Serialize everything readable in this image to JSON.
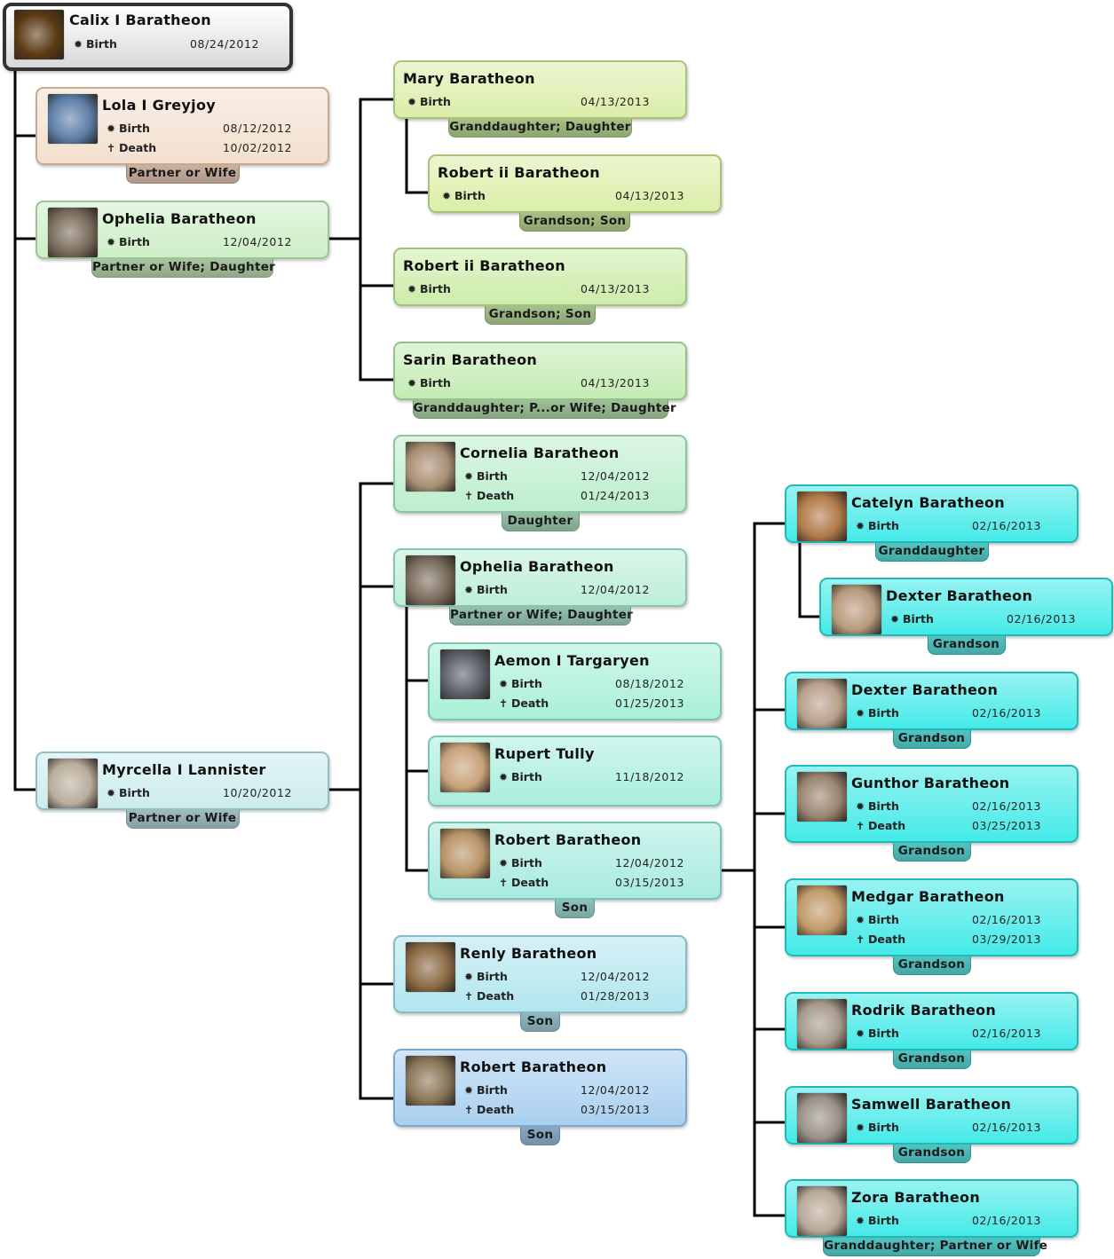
{
  "people": [
    {
      "id": "calix",
      "name": "Calix I Baratheon",
      "events": [
        {
          "icon": "birth-icon",
          "label": "Birth",
          "date": "08/24/2012"
        }
      ],
      "relation": "",
      "photo_color": "#5a3a14"
    },
    {
      "id": "lola",
      "name": "Lola I Greyjoy",
      "events": [
        {
          "icon": "birth-icon",
          "label": "Birth",
          "date": "08/12/2012"
        },
        {
          "icon": "death-icon",
          "label": "Death",
          "date": "10/02/2012"
        }
      ],
      "relation": "Partner or Wife",
      "photo_color": "#5d7fa8"
    },
    {
      "id": "ophelia1",
      "name": "Ophelia Baratheon",
      "events": [
        {
          "icon": "birth-icon",
          "label": "Birth",
          "date": "12/04/2012"
        }
      ],
      "relation": "Partner or Wife; Daughter",
      "photo_color": "#7a6c5c"
    },
    {
      "id": "myrcella",
      "name": "Myrcella I Lannister",
      "events": [
        {
          "icon": "birth-icon",
          "label": "Birth",
          "date": "10/20/2012"
        }
      ],
      "relation": "Partner or Wife",
      "photo_color": "#b9ad9c"
    },
    {
      "id": "mary",
      "name": "Mary Baratheon",
      "events": [
        {
          "icon": "birth-icon",
          "label": "Birth",
          "date": "04/13/2013"
        }
      ],
      "relation": "Granddaughter; Daughter",
      "photo_color": ""
    },
    {
      "id": "robertii1",
      "name": "Robert ii Baratheon",
      "events": [
        {
          "icon": "birth-icon",
          "label": "Birth",
          "date": "04/13/2013"
        }
      ],
      "relation": "Grandson; Son",
      "photo_color": ""
    },
    {
      "id": "robertii2",
      "name": "Robert ii Baratheon",
      "events": [
        {
          "icon": "birth-icon",
          "label": "Birth",
          "date": "04/13/2013"
        }
      ],
      "relation": "Grandson; Son",
      "photo_color": ""
    },
    {
      "id": "sarin",
      "name": "Sarin Baratheon",
      "events": [
        {
          "icon": "birth-icon",
          "label": "Birth",
          "date": "04/13/2013"
        }
      ],
      "relation": "Granddaughter; P...or Wife; Daughter",
      "photo_color": ""
    },
    {
      "id": "cornelia",
      "name": "Cornelia Baratheon",
      "events": [
        {
          "icon": "birth-icon",
          "label": "Birth",
          "date": "12/04/2012"
        },
        {
          "icon": "death-icon",
          "label": "Death",
          "date": "01/24/2013"
        }
      ],
      "relation": "Daughter",
      "photo_color": "#a88f74"
    },
    {
      "id": "ophelia2",
      "name": "Ophelia Baratheon",
      "events": [
        {
          "icon": "birth-icon",
          "label": "Birth",
          "date": "12/04/2012"
        }
      ],
      "relation": "Partner or Wife; Daughter",
      "photo_color": "#7a6c5c"
    },
    {
      "id": "aemon",
      "name": "Aemon I Targaryen",
      "events": [
        {
          "icon": "birth-icon",
          "label": "Birth",
          "date": "08/18/2012"
        },
        {
          "icon": "death-icon",
          "label": "Death",
          "date": "01/25/2013"
        }
      ],
      "relation": "",
      "photo_color": "#5a5f6a"
    },
    {
      "id": "rupert",
      "name": "Rupert Tully",
      "events": [
        {
          "icon": "birth-icon",
          "label": "Birth",
          "date": "11/18/2012"
        }
      ],
      "relation": "",
      "photo_color": "#c8a27a"
    },
    {
      "id": "robert1",
      "name": "Robert Baratheon",
      "events": [
        {
          "icon": "birth-icon",
          "label": "Birth",
          "date": "12/04/2012"
        },
        {
          "icon": "death-icon",
          "label": "Death",
          "date": "03/15/2013"
        }
      ],
      "relation": "Son",
      "photo_color": "#b89468"
    },
    {
      "id": "renly",
      "name": "Renly Baratheon",
      "events": [
        {
          "icon": "birth-icon",
          "label": "Birth",
          "date": "12/04/2012"
        },
        {
          "icon": "death-icon",
          "label": "Death",
          "date": "01/28/2013"
        }
      ],
      "relation": "Son",
      "photo_color": "#8c6a44"
    },
    {
      "id": "robert2",
      "name": "Robert Baratheon",
      "events": [
        {
          "icon": "birth-icon",
          "label": "Birth",
          "date": "12/04/2012"
        },
        {
          "icon": "death-icon",
          "label": "Death",
          "date": "03/15/2013"
        }
      ],
      "relation": "Son",
      "photo_color": "#8a7658"
    },
    {
      "id": "catelyn",
      "name": "Catelyn Baratheon",
      "events": [
        {
          "icon": "birth-icon",
          "label": "Birth",
          "date": "02/16/2013"
        }
      ],
      "relation": "Granddaughter",
      "photo_color": "#b07a48"
    },
    {
      "id": "dexter1",
      "name": "Dexter Baratheon",
      "events": [
        {
          "icon": "birth-icon",
          "label": "Birth",
          "date": "02/16/2013"
        }
      ],
      "relation": "Grandson",
      "photo_color": "#b79a7c"
    },
    {
      "id": "dexter2",
      "name": "Dexter Baratheon",
      "events": [
        {
          "icon": "birth-icon",
          "label": "Birth",
          "date": "02/16/2013"
        }
      ],
      "relation": "Grandson",
      "photo_color": "#b7a08a"
    },
    {
      "id": "gunthor",
      "name": "Gunthor Baratheon",
      "events": [
        {
          "icon": "birth-icon",
          "label": "Birth",
          "date": "02/16/2013"
        },
        {
          "icon": "death-icon",
          "label": "Death",
          "date": "03/25/2013"
        }
      ],
      "relation": "Grandson",
      "photo_color": "#9a8470"
    },
    {
      "id": "medgar",
      "name": "Medgar Baratheon",
      "events": [
        {
          "icon": "birth-icon",
          "label": "Birth",
          "date": "02/16/2013"
        },
        {
          "icon": "death-icon",
          "label": "Death",
          "date": "03/29/2013"
        }
      ],
      "relation": "Grandson",
      "photo_color": "#c09a6a"
    },
    {
      "id": "rodrik",
      "name": "Rodrik Baratheon",
      "events": [
        {
          "icon": "birth-icon",
          "label": "Birth",
          "date": "02/16/2013"
        }
      ],
      "relation": "Grandson",
      "photo_color": "#a69a8c"
    },
    {
      "id": "samwell",
      "name": "Samwell Baratheon",
      "events": [
        {
          "icon": "birth-icon",
          "label": "Birth",
          "date": "02/16/2013"
        }
      ],
      "relation": "Grandson",
      "photo_color": "#9a9088"
    },
    {
      "id": "zora",
      "name": "Zora Baratheon",
      "events": [
        {
          "icon": "birth-icon",
          "label": "Birth",
          "date": "02/16/2013"
        }
      ],
      "relation": "Granddaughter; Partner or Wife",
      "photo_color": "#b8a898"
    }
  ]
}
